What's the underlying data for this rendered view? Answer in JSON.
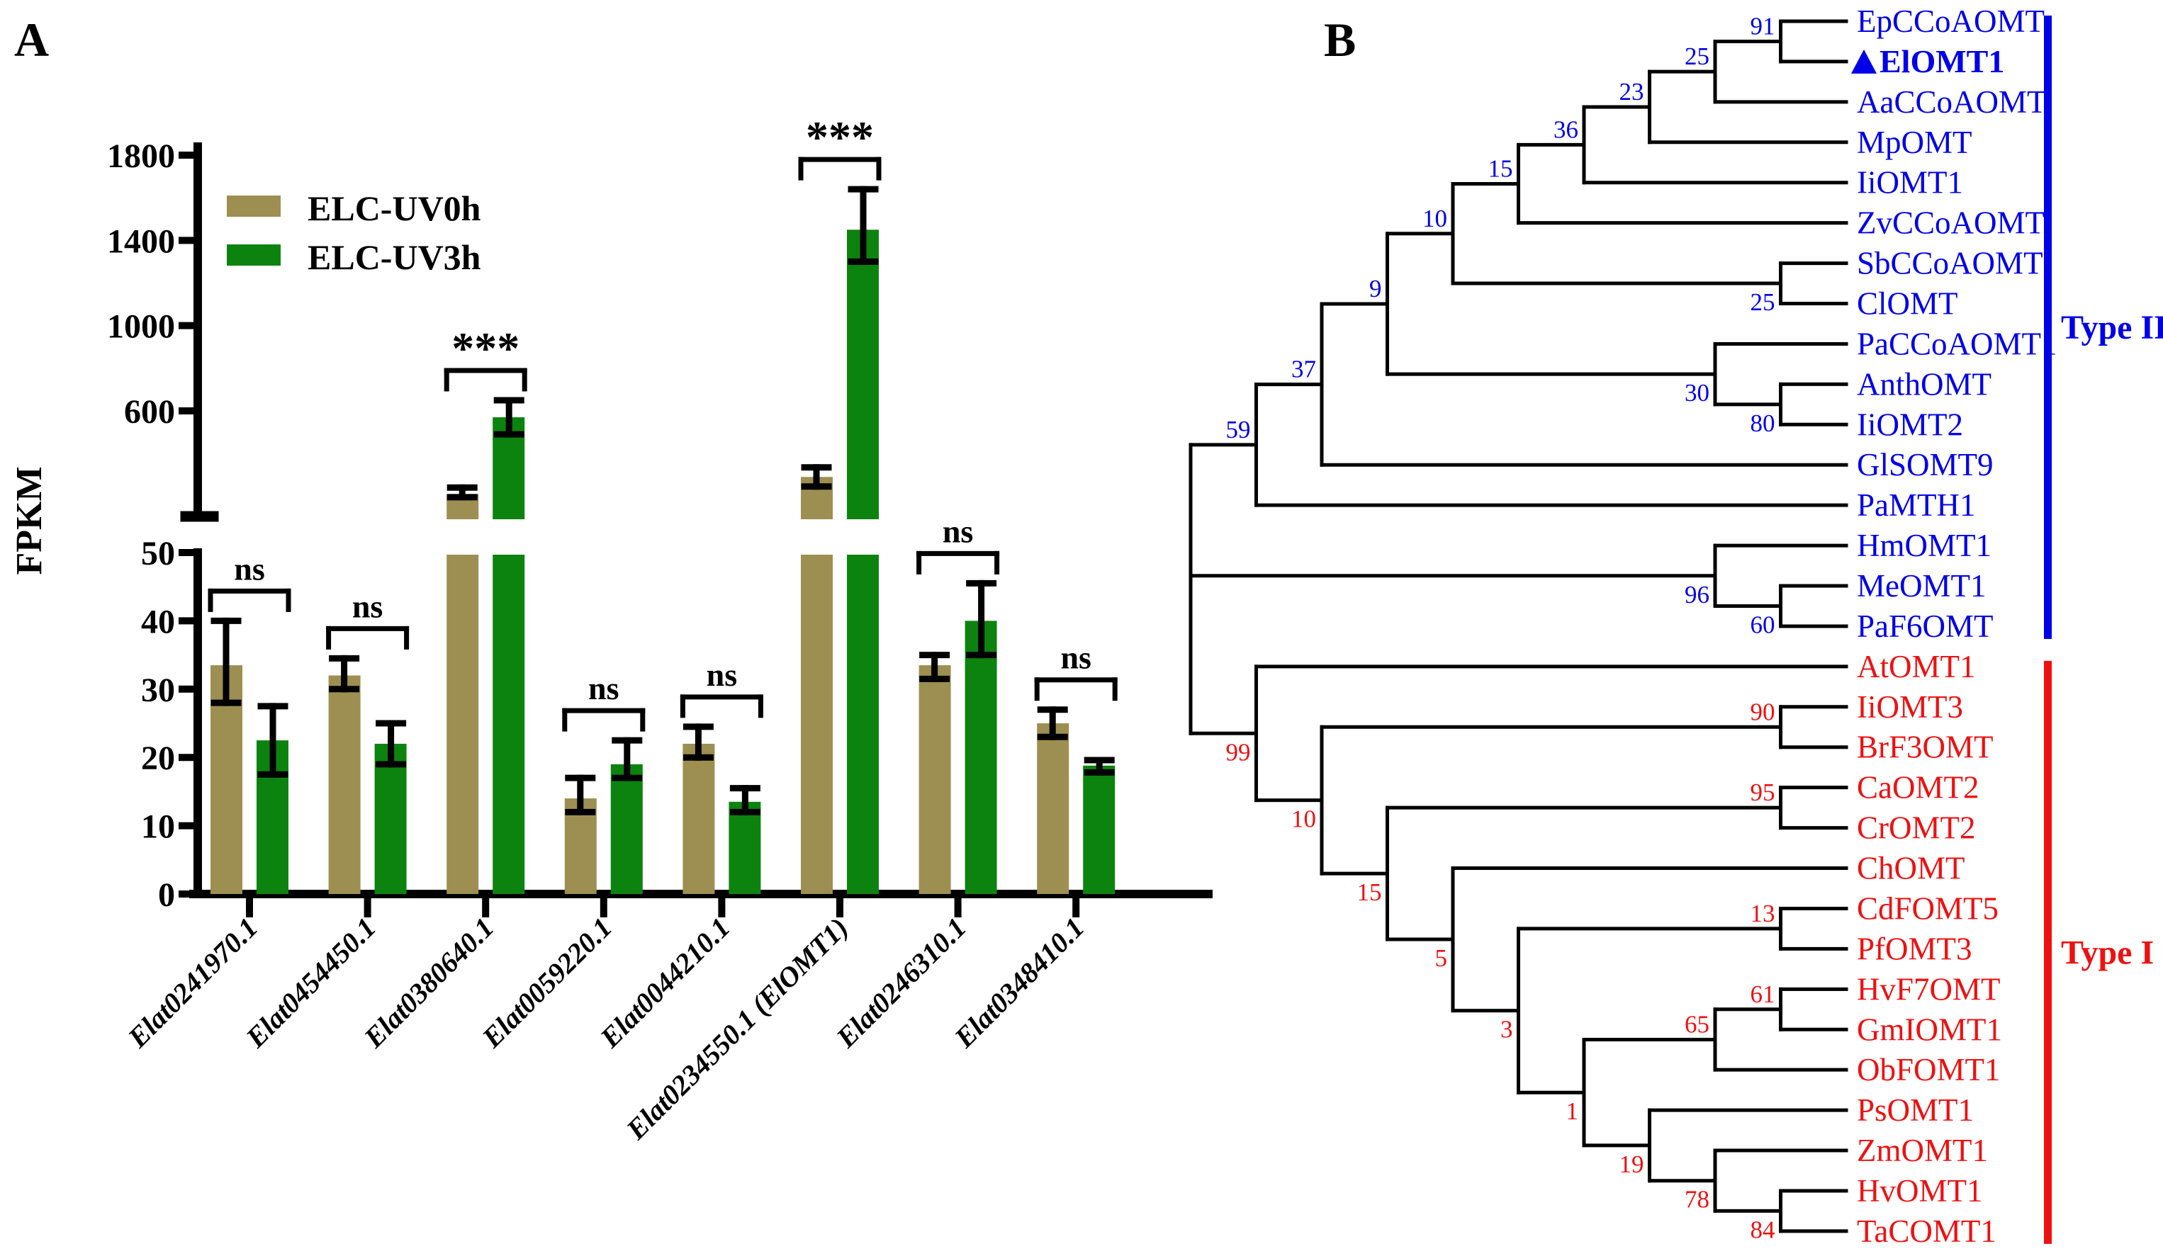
{
  "figure": {
    "panel_a_label": "A",
    "panel_b_label": "B"
  },
  "colors": {
    "uv0h_bar": "#9D8F51",
    "uv3h_bar": "#0C830F",
    "type2_blue": "#0000E8",
    "type1_red": "#ED1111",
    "axis_black": "#000000"
  },
  "chart_data": {
    "type": "bar",
    "title": "",
    "ylabel": "FPKM",
    "xlabel": "",
    "grid": false,
    "legend_position": "upper-left-inside",
    "legend": [
      "ELC-UV0h",
      "ELC-UV3h"
    ],
    "categories": [
      "Elat0241970.1",
      "Elat0454450.1",
      "Elat0380640.1",
      "Elat0059220.1",
      "Elat0044210.1",
      "Elat0234550.1 (ElOMT1)",
      "Elat0246310.1",
      "Elat0348410.1"
    ],
    "axis_break": {
      "lower_range": [
        0,
        50
      ],
      "lower_ticks": [
        0,
        10,
        20,
        30,
        40,
        50
      ],
      "upper_range": [
        105,
        1800
      ],
      "upper_ticks": [
        600,
        1000,
        1400,
        1800
      ]
    },
    "series": [
      {
        "name": "ELC-UV0h",
        "color": "#9D8F51",
        "values": [
          33.5,
          32,
          210,
          14,
          22,
          290,
          33.5,
          25
        ],
        "err_low": [
          28,
          30,
          195,
          12,
          20,
          245,
          31.5,
          23
        ],
        "err_high": [
          40,
          34.5,
          240,
          17,
          24.5,
          335,
          35,
          27
        ]
      },
      {
        "name": "ELC-UV3h",
        "color": "#0C830F",
        "values": [
          22.5,
          22,
          570,
          19,
          13.5,
          1450,
          40,
          18.8
        ],
        "err_low": [
          17.5,
          19,
          490,
          17,
          12,
          1300,
          35,
          17.8
        ],
        "err_high": [
          27.5,
          25,
          650,
          22.5,
          15.5,
          1640,
          45.5,
          19.6
        ]
      }
    ],
    "significance": [
      "ns",
      "ns",
      "***",
      "ns",
      "ns",
      "***",
      "ns",
      "ns"
    ]
  },
  "tree": {
    "type_labels": [
      {
        "label": "Type II",
        "color": "#0000E8"
      },
      {
        "label": "Type I",
        "color": "#ED1111"
      }
    ],
    "root": {
      "children": [
        {
          "label": "59",
          "pos": "above",
          "clade": "blue",
          "children": [
            {
              "label": "37",
              "pos": "above",
              "children": [
                {
                  "label": "9",
                  "pos": "above",
                  "children": [
                    {
                      "label": "10",
                      "pos": "above",
                      "children": [
                        {
                          "label": "15",
                          "pos": "above",
                          "children": [
                            {
                              "label": "36",
                              "pos": "above",
                              "children": [
                                {
                                  "label": "23",
                                  "pos": "above",
                                  "children": [
                                    {
                                      "label": "25",
                                      "pos": "above",
                                      "children": [
                                        {
                                          "label": "91",
                                          "pos": "above",
                                          "children": [
                                            {
                                              "leaf": "EpCCoAOMT"
                                            },
                                            {
                                              "leaf": "ElOMT1",
                                              "marker": true,
                                              "bold": true
                                            }
                                          ]
                                        },
                                        {
                                          "leaf": "AaCCoAOMT"
                                        }
                                      ]
                                    },
                                    {
                                      "leaf": "MpOMT"
                                    }
                                  ]
                                },
                                {
                                  "leaf": "IiOMT1"
                                }
                              ]
                            },
                            {
                              "leaf": "ZvCCoAOMT"
                            }
                          ]
                        },
                        {
                          "label": "25",
                          "pos": "below",
                          "children": [
                            {
                              "leaf": "SbCCoAOMT"
                            },
                            {
                              "leaf": "ClOMT"
                            }
                          ]
                        }
                      ]
                    },
                    {
                      "label": "30",
                      "pos": "below",
                      "children": [
                        {
                          "leaf": "PaCCoAOMT1"
                        },
                        {
                          "label": "80",
                          "pos": "below",
                          "children": [
                            {
                              "leaf": "AnthOMT"
                            },
                            {
                              "leaf": "IiOMT2"
                            }
                          ]
                        }
                      ]
                    }
                  ]
                },
                {
                  "leaf": "GlSOMT9"
                }
              ]
            },
            {
              "leaf": "PaMTH1"
            }
          ]
        },
        {
          "label": "96",
          "pos": "below",
          "clade": "blue",
          "children": [
            {
              "leaf": "HmOMT1"
            },
            {
              "label": "60",
              "pos": "below",
              "children": [
                {
                  "leaf": "MeOMT1"
                },
                {
                  "leaf": "PaF6OMT"
                }
              ]
            }
          ]
        },
        {
          "label": "99",
          "pos": "below",
          "clade": "red",
          "children": [
            {
              "leaf": "AtOMT1"
            },
            {
              "label": "10",
              "pos": "below",
              "children": [
                {
                  "label": "90",
                  "pos": "above",
                  "children": [
                    {
                      "leaf": "IiOMT3"
                    },
                    {
                      "leaf": "BrF3OMT"
                    }
                  ]
                },
                {
                  "label": "15",
                  "pos": "below",
                  "children": [
                    {
                      "label": "95",
                      "pos": "above",
                      "children": [
                        {
                          "leaf": "CaOMT2"
                        },
                        {
                          "leaf": "CrOMT2"
                        }
                      ]
                    },
                    {
                      "label": "5",
                      "pos": "below",
                      "children": [
                        {
                          "leaf": "ChOMT"
                        },
                        {
                          "label": "3",
                          "pos": "below",
                          "children": [
                            {
                              "label": "13",
                              "pos": "above",
                              "children": [
                                {
                                  "leaf": "CdFOMT5"
                                },
                                {
                                  "leaf": "PfOMT3"
                                }
                              ]
                            },
                            {
                              "label": "1",
                              "pos": "below",
                              "children": [
                                {
                                  "label": "65",
                                  "pos": "above",
                                  "children": [
                                    {
                                      "label": "61",
                                      "pos": "above",
                                      "children": [
                                        {
                                          "leaf": "HvF7OMT"
                                        },
                                        {
                                          "leaf": "GmIOMT1"
                                        }
                                      ]
                                    },
                                    {
                                      "leaf": "ObFOMT1"
                                    }
                                  ]
                                },
                                {
                                  "label": "19",
                                  "pos": "below",
                                  "children": [
                                    {
                                      "leaf": "PsOMT1"
                                    },
                                    {
                                      "label": "78",
                                      "pos": "below",
                                      "children": [
                                        {
                                          "leaf": "ZmOMT1"
                                        },
                                        {
                                          "label": "84",
                                          "pos": "below",
                                          "children": [
                                            {
                                              "leaf": "HvOMT1"
                                            },
                                            {
                                              "leaf": "TaCOMT1"
                                            }
                                          ]
                                        }
                                      ]
                                    }
                                  ]
                                }
                              ]
                            }
                          ]
                        }
                      ]
                    }
                  ]
                }
              ]
            }
          ]
        }
      ]
    }
  }
}
